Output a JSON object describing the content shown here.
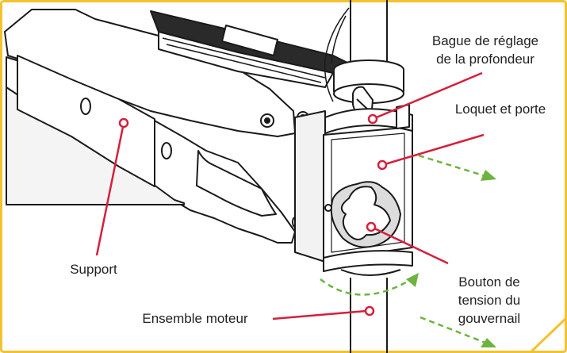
{
  "labels": {
    "depth_ring": [
      "Bague de réglage",
      "de la profondeur"
    ],
    "latch_door": "Loquet et porte",
    "mount": "Support",
    "steering_knob": [
      "Bouton de",
      "tension du",
      "gouvernail"
    ],
    "motor_assembly": "Ensemble moteur"
  },
  "colors": {
    "frame_border": "#f2c230",
    "callout": "#d4203c",
    "motion_arrow": "#6db33f",
    "line_art": "#1a1a1a"
  }
}
